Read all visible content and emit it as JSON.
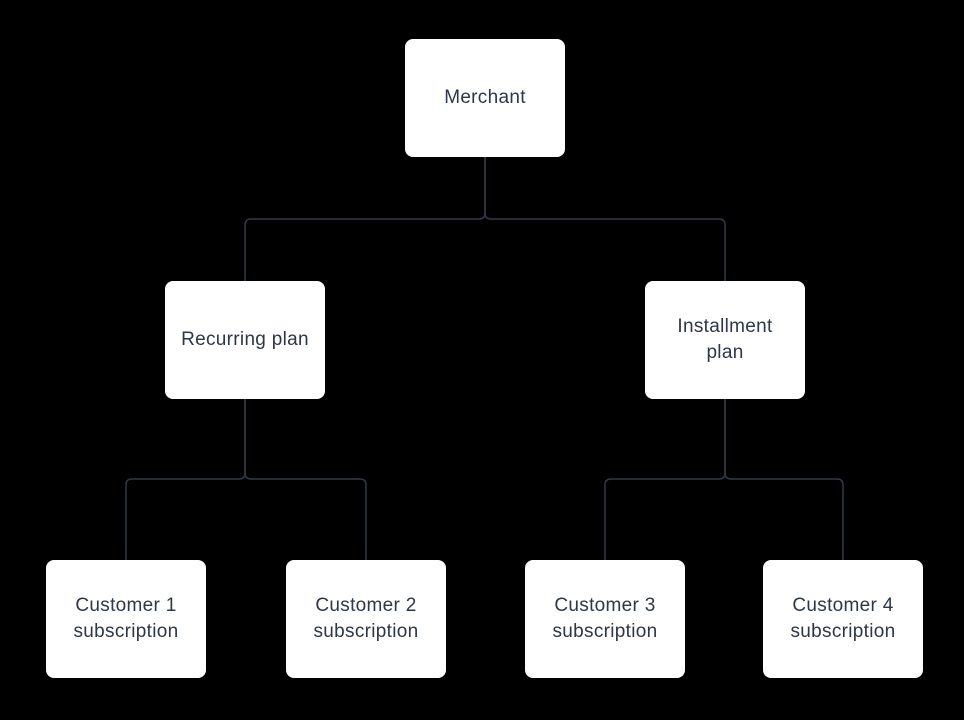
{
  "diagram": {
    "type": "tree",
    "colors": {
      "background": "#000000",
      "node_fill": "#ffffff",
      "node_text": "#2d3748",
      "connector": "#313a47"
    },
    "nodes": [
      {
        "id": "merchant",
        "label": "Merchant"
      },
      {
        "id": "recurring-plan",
        "label": "Recurring plan"
      },
      {
        "id": "installment-plan",
        "label": "Installment\nplan"
      },
      {
        "id": "customer-1-subscription",
        "label": "Customer 1\nsubscription"
      },
      {
        "id": "customer-2-subscription",
        "label": "Customer 2\nsubscription"
      },
      {
        "id": "customer-3-subscription",
        "label": "Customer 3\nsubscription"
      },
      {
        "id": "customer-4-subscription",
        "label": "Customer 4\nsubscription"
      }
    ],
    "edges": [
      {
        "from": "merchant",
        "to": "recurring-plan"
      },
      {
        "from": "merchant",
        "to": "installment-plan"
      },
      {
        "from": "recurring-plan",
        "to": "customer-1-subscription"
      },
      {
        "from": "recurring-plan",
        "to": "customer-2-subscription"
      },
      {
        "from": "installment-plan",
        "to": "customer-3-subscription"
      },
      {
        "from": "installment-plan",
        "to": "customer-4-subscription"
      }
    ]
  }
}
